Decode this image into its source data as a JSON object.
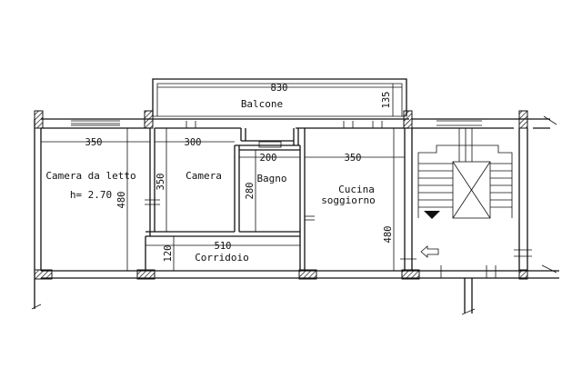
{
  "rooms": {
    "balcone": "Balcone",
    "camera_letto": "Camera da letto",
    "height_note": "h= 2.70",
    "camera": "Camera",
    "bagno": "Bagno",
    "cucina_line1": "Cucina",
    "cucina_line2": "soggiorno",
    "corridoio": "Corridoio"
  },
  "dimensions": {
    "balcone_width": "830",
    "balcone_depth": "135",
    "camera_letto_width": "350",
    "camera_width": "300",
    "bagno_width": "200",
    "cucina_width": "350",
    "camera_letto_depth": "480",
    "camera_depth": "350",
    "bagno_depth": "280",
    "cucina_depth": "480",
    "corridoio_width": "510",
    "corridoio_depth": "120"
  },
  "symbols": {
    "entrance_arrow_icon": "entrance-arrow-icon",
    "stair_arrow_icon": "stair-down-arrow-icon",
    "elevator_icon": "elevator-cross-icon"
  }
}
